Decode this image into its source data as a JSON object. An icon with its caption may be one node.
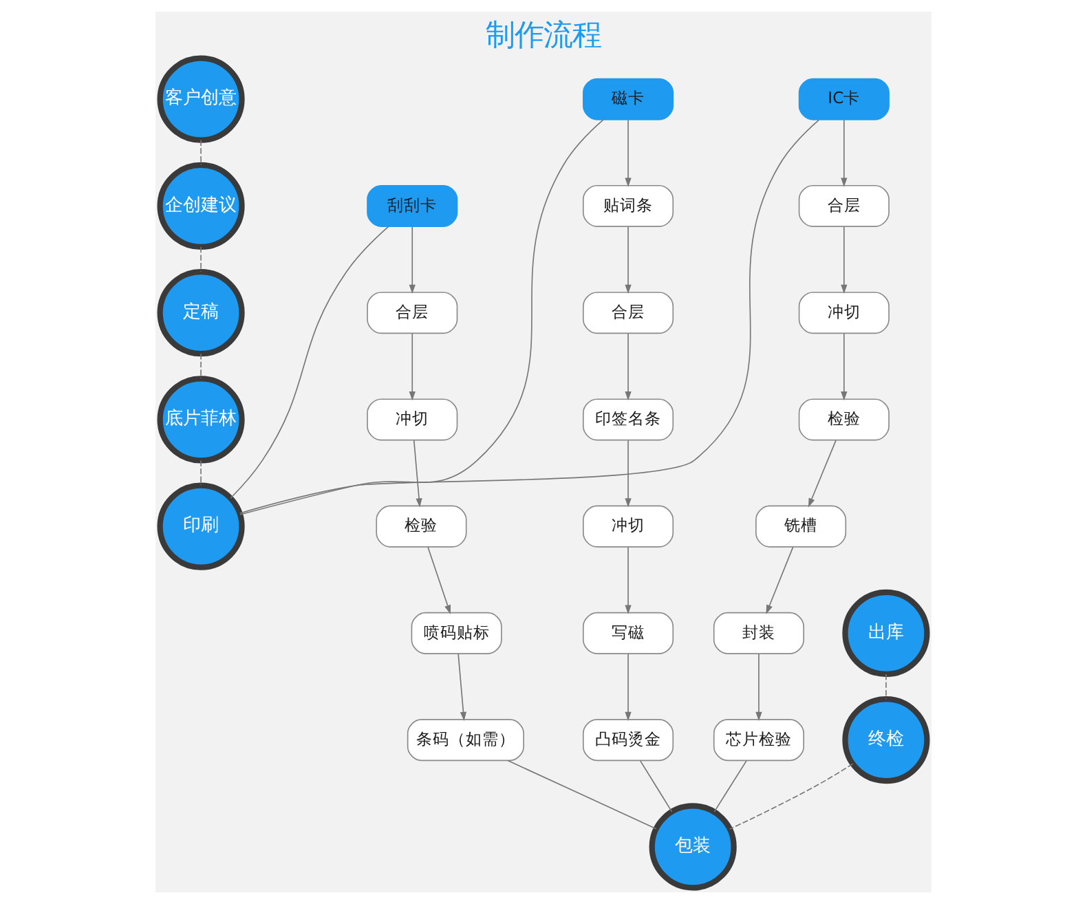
{
  "diagram": {
    "title": "制作流程",
    "nodes": [
      {
        "text": [
          "客户创意"
        ]
      },
      {
        "text": [
          "企创建议"
        ]
      },
      {
        "text": [
          "定稿"
        ]
      },
      {
        "text": [
          "底片菲林"
        ]
      },
      {
        "text": [
          "印刷"
        ]
      },
      {
        "text": [
          "刮刮卡"
        ]
      },
      {
        "text": [
          "合层"
        ]
      },
      {
        "text": [
          "冲切"
        ]
      },
      {
        "text": [
          "检验"
        ]
      },
      {
        "text": [
          "喷码贴标"
        ]
      },
      {
        "text": [
          "条码（如需）"
        ]
      },
      {
        "text": [
          "磁卡"
        ]
      },
      {
        "text": [
          "贴词条"
        ]
      },
      {
        "text": [
          "合层"
        ]
      },
      {
        "text": [
          "印签名条"
        ]
      },
      {
        "text": [
          "冲切"
        ]
      },
      {
        "text": [
          "写磁"
        ]
      },
      {
        "text": [
          "凸码烫金"
        ]
      },
      {
        "text": [
          "IC卡"
        ]
      },
      {
        "text": [
          "合层"
        ]
      },
      {
        "text": [
          "冲切"
        ]
      },
      {
        "text": [
          "检验"
        ]
      },
      {
        "text": [
          "铣槽"
        ]
      },
      {
        "text": [
          "封装"
        ]
      },
      {
        "text": [
          "芯片检验"
        ]
      },
      {
        "text": [
          "出库"
        ]
      },
      {
        "text": [
          "终检"
        ]
      },
      {
        "text": [
          "包装"
        ]
      }
    ],
    "edges": [
      {
        "from": 0,
        "to": 1,
        "arrow": "none",
        "style": "dashed"
      },
      {
        "from": 1,
        "to": 2,
        "arrow": "none",
        "style": "dashed"
      },
      {
        "from": 2,
        "to": 3,
        "arrow": "none",
        "style": "dashed"
      },
      {
        "from": 3,
        "to": 4,
        "arrow": "none",
        "style": "dashed"
      },
      {
        "from": 4,
        "to": 5,
        "arrow": "none"
      },
      {
        "from": 4,
        "to": 11,
        "arrow": "none"
      },
      {
        "from": 4,
        "to": 18,
        "arrow": "none"
      },
      {
        "from": 5,
        "to": 6,
        "arrow": "to"
      },
      {
        "from": 6,
        "to": 7,
        "arrow": "to"
      },
      {
        "from": 7,
        "to": 8,
        "arrow": "to"
      },
      {
        "from": 8,
        "to": 9,
        "arrow": "to"
      },
      {
        "from": 9,
        "to": 10,
        "arrow": "to"
      },
      {
        "from": 11,
        "to": 12,
        "arrow": "to"
      },
      {
        "from": 12,
        "to": 13,
        "arrow": "to"
      },
      {
        "from": 13,
        "to": 14,
        "arrow": "to"
      },
      {
        "from": 14,
        "to": 15,
        "arrow": "to"
      },
      {
        "from": 15,
        "to": 16,
        "arrow": "to"
      },
      {
        "from": 16,
        "to": 17,
        "arrow": "to"
      },
      {
        "from": 18,
        "to": 19,
        "arrow": "to"
      },
      {
        "from": 19,
        "to": 20,
        "arrow": "to"
      },
      {
        "from": 20,
        "to": 21,
        "arrow": "to"
      },
      {
        "from": 21,
        "to": 22,
        "arrow": "to"
      },
      {
        "from": 22,
        "to": 23,
        "arrow": "to"
      },
      {
        "from": 23,
        "to": 24,
        "arrow": "to"
      },
      {
        "from": 10,
        "to": 27,
        "arrow": "none"
      },
      {
        "from": 17,
        "to": 27,
        "arrow": "none"
      },
      {
        "from": 24,
        "to": 27,
        "arrow": "none"
      },
      {
        "from": 25,
        "to": 26,
        "arrow": "none",
        "style": "dashed"
      },
      {
        "from": 26,
        "to": 27,
        "arrow": "none",
        "style": "dashed"
      }
    ]
  }
}
